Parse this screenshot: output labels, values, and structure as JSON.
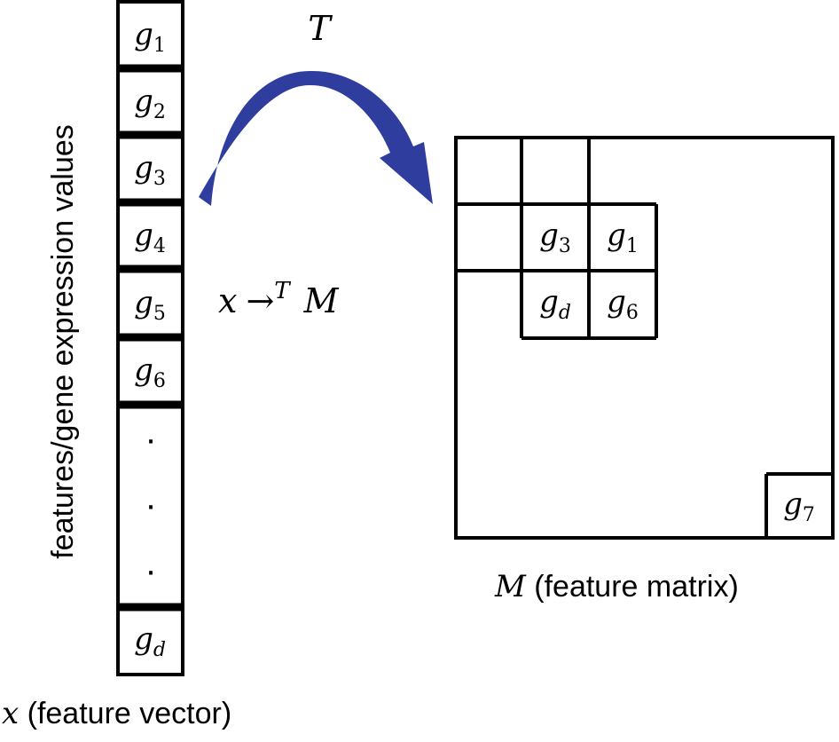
{
  "vertical_label": "features/gene expression values",
  "vector_label": {
    "var": "x",
    "text": " (feature vector)"
  },
  "matrix_label": {
    "var": "M",
    "text": " (feature matrix)"
  },
  "transform_label": "T",
  "mapping": {
    "lhs": "x",
    "arrow": "→",
    "sup": "T",
    "rhs": "M"
  },
  "vector_cells": [
    {
      "base": "g",
      "sub": "1"
    },
    {
      "base": "g",
      "sub": "2"
    },
    {
      "base": "g",
      "sub": "3"
    },
    {
      "base": "g",
      "sub": "4"
    },
    {
      "base": "g",
      "sub": "5"
    },
    {
      "base": "g",
      "sub": "6"
    }
  ],
  "vector_dots": [
    "·",
    "·",
    "·"
  ],
  "vector_last": {
    "base": "g",
    "sub": "d"
  },
  "matrix_cells": [
    {
      "base": "g",
      "sub": "3"
    },
    {
      "base": "g",
      "sub": "1"
    },
    {
      "base": "g",
      "sub": "d"
    },
    {
      "base": "g",
      "sub": "6"
    }
  ],
  "matrix_corner": {
    "base": "g",
    "sub": "7"
  },
  "colors": {
    "arrow": "#2e3d9e",
    "stroke": "#000000"
  }
}
